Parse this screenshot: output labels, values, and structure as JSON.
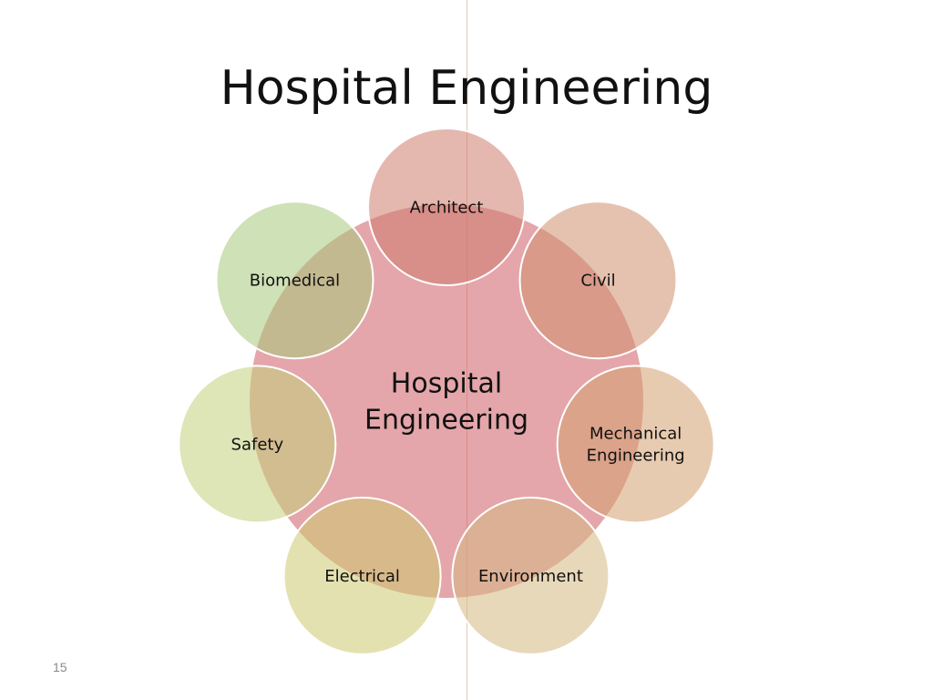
{
  "slide": {
    "title": "Hospital Engineering",
    "page_number": "15"
  },
  "diagram": {
    "center": {
      "lines": [
        "Hospital",
        "Engineering"
      ],
      "color": "#cd5c64"
    },
    "nodes": [
      {
        "id": "architect",
        "lines": [
          "Architect"
        ],
        "color": "#cd7b6e"
      },
      {
        "id": "civil",
        "lines": [
          "Civil"
        ],
        "color": "#cf8f6e"
      },
      {
        "id": "mechanical-engineering",
        "lines": [
          "Mechanical",
          "Engineering"
        ],
        "color": "#d4a16f"
      },
      {
        "id": "environment",
        "lines": [
          "Environment"
        ],
        "color": "#d6b882"
      },
      {
        "id": "electrical",
        "lines": [
          "Electrical"
        ],
        "color": "#cdc870"
      },
      {
        "id": "safety",
        "lines": [
          "Safety"
        ],
        "color": "#c3cf7c"
      },
      {
        "id": "biomedical",
        "lines": [
          "Biomedical"
        ],
        "color": "#a8c97b"
      }
    ]
  }
}
